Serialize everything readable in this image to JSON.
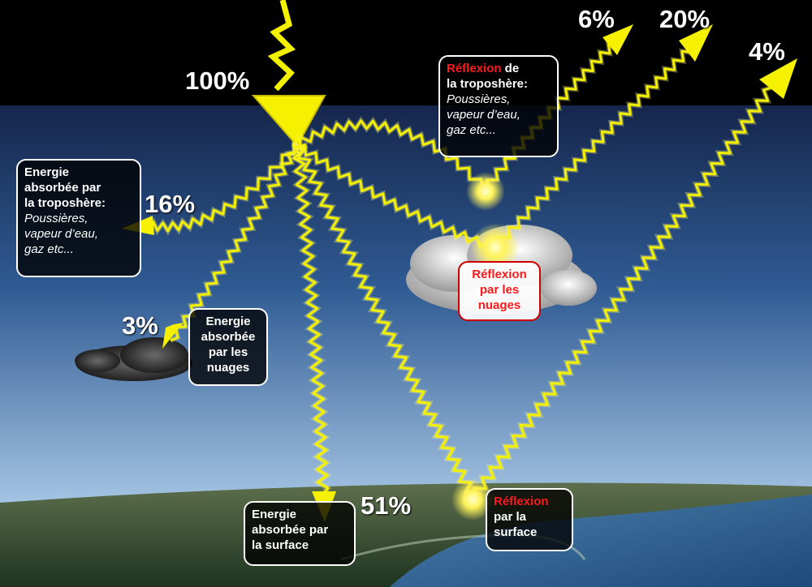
{
  "percentages": {
    "incoming": "100%",
    "tropo_absorbed": "16%",
    "cloud_absorbed": "3%",
    "surface_absorbed": "51%",
    "tropo_reflected": "6%",
    "cloud_reflected": "20%",
    "surface_reflected": "4%"
  },
  "boxes": {
    "tropo_reflection": {
      "title_red": "Réflexion",
      "title_rest": " de",
      "line2": "la troposhère:",
      "italic": [
        "Poussières,",
        "vapeur d’eau,",
        "gaz etc..."
      ]
    },
    "tropo_absorption": {
      "lines": [
        "Energie",
        "absorbée par",
        "la troposhère:"
      ],
      "italic": [
        "Poussières,",
        "vapeur d’eau,",
        "gaz etc..."
      ]
    },
    "cloud_absorption": {
      "lines": [
        "Energie",
        "absorbée",
        "par les",
        "nuages"
      ]
    },
    "cloud_reflection": {
      "lines": [
        "Réflexion",
        "par les",
        "nuages"
      ]
    },
    "surface_absorption": {
      "lines": [
        "Energie",
        "absorbée par",
        "la surface"
      ]
    },
    "surface_reflection": {
      "title_red": "Réflexion",
      "lines": [
        "par la",
        "surface"
      ]
    }
  },
  "colors": {
    "ray": "#f3f000",
    "ray_glow": "#fffa80",
    "space": "#000000",
    "atmosphere_top": "#1b2f5a",
    "atmosphere_bottom": "#8fb7dc",
    "ground": "#2f4a2a",
    "sea": "#2a5a8a",
    "highlight_red": "#ff1a1a"
  }
}
